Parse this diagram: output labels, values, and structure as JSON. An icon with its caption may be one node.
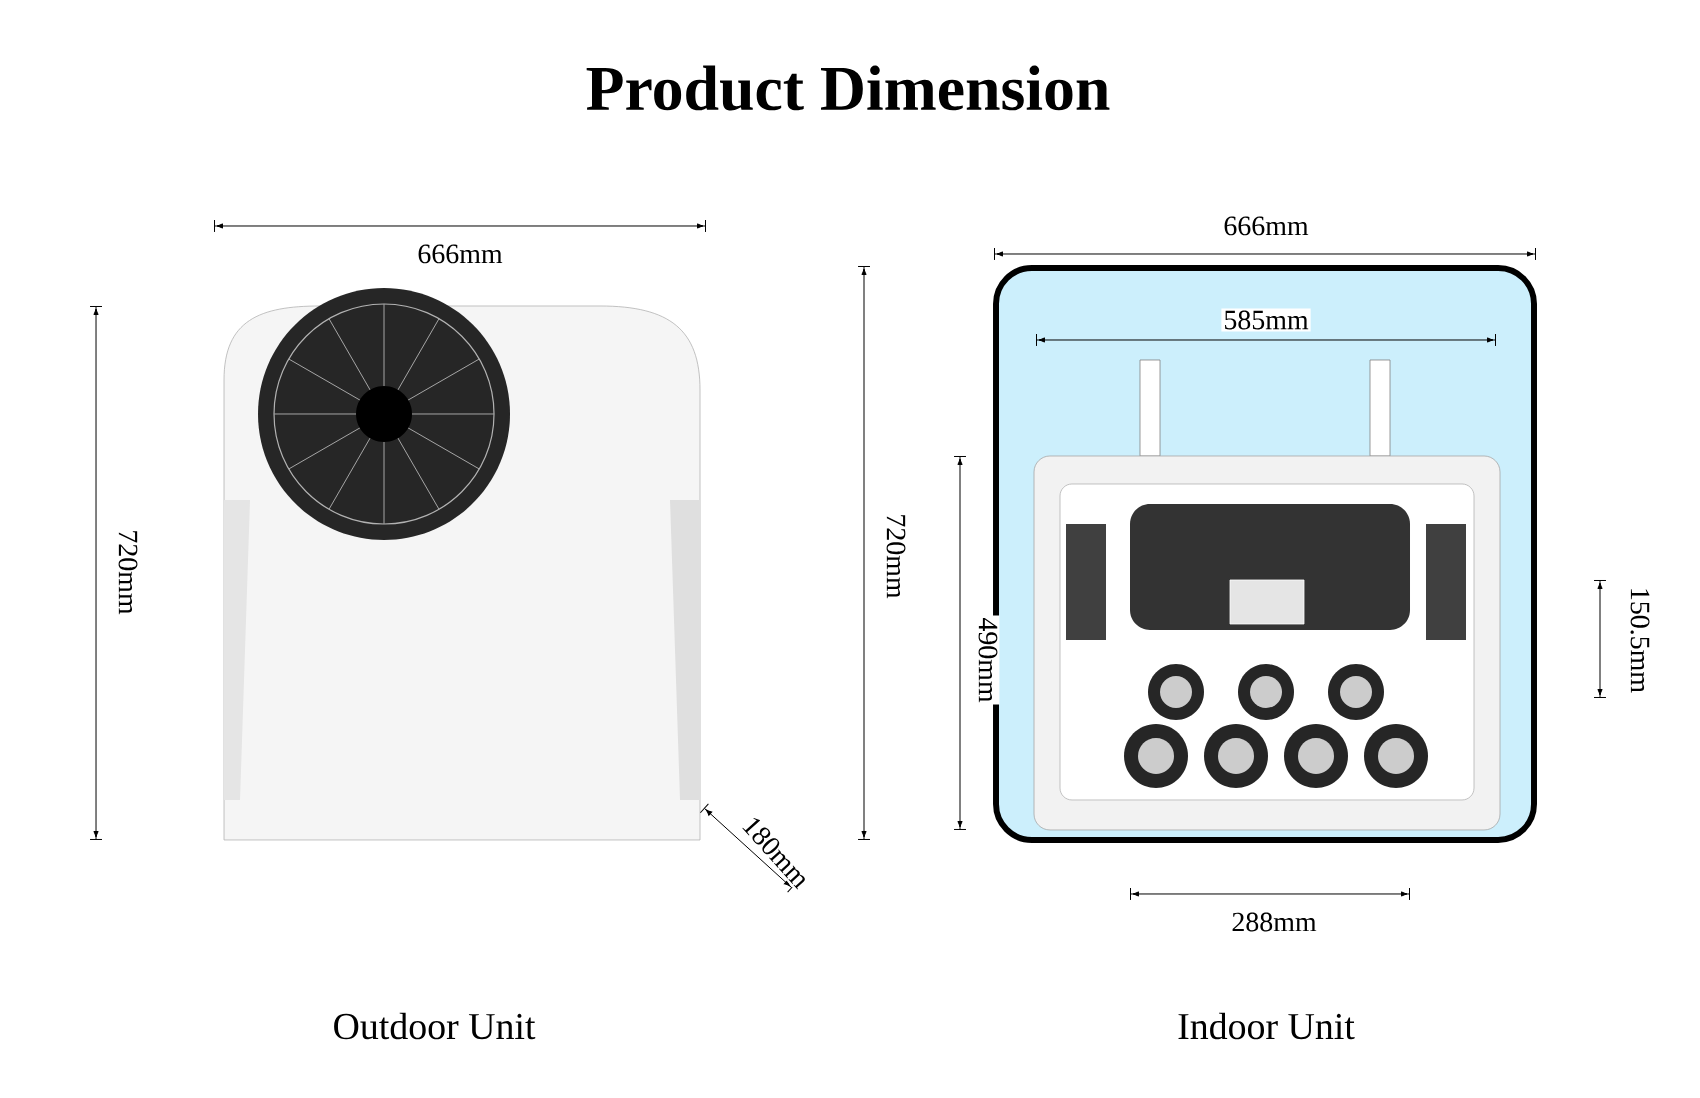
{
  "diagram": {
    "title": "Product Dimension",
    "labels": [
      "666mm",
      "666mm",
      "585mm",
      "720mm",
      "720mm",
      "490mm",
      "150.5mm",
      "180mm",
      "288mm",
      "Outdoor Unit",
      "Indoor Unit"
    ]
  }
}
